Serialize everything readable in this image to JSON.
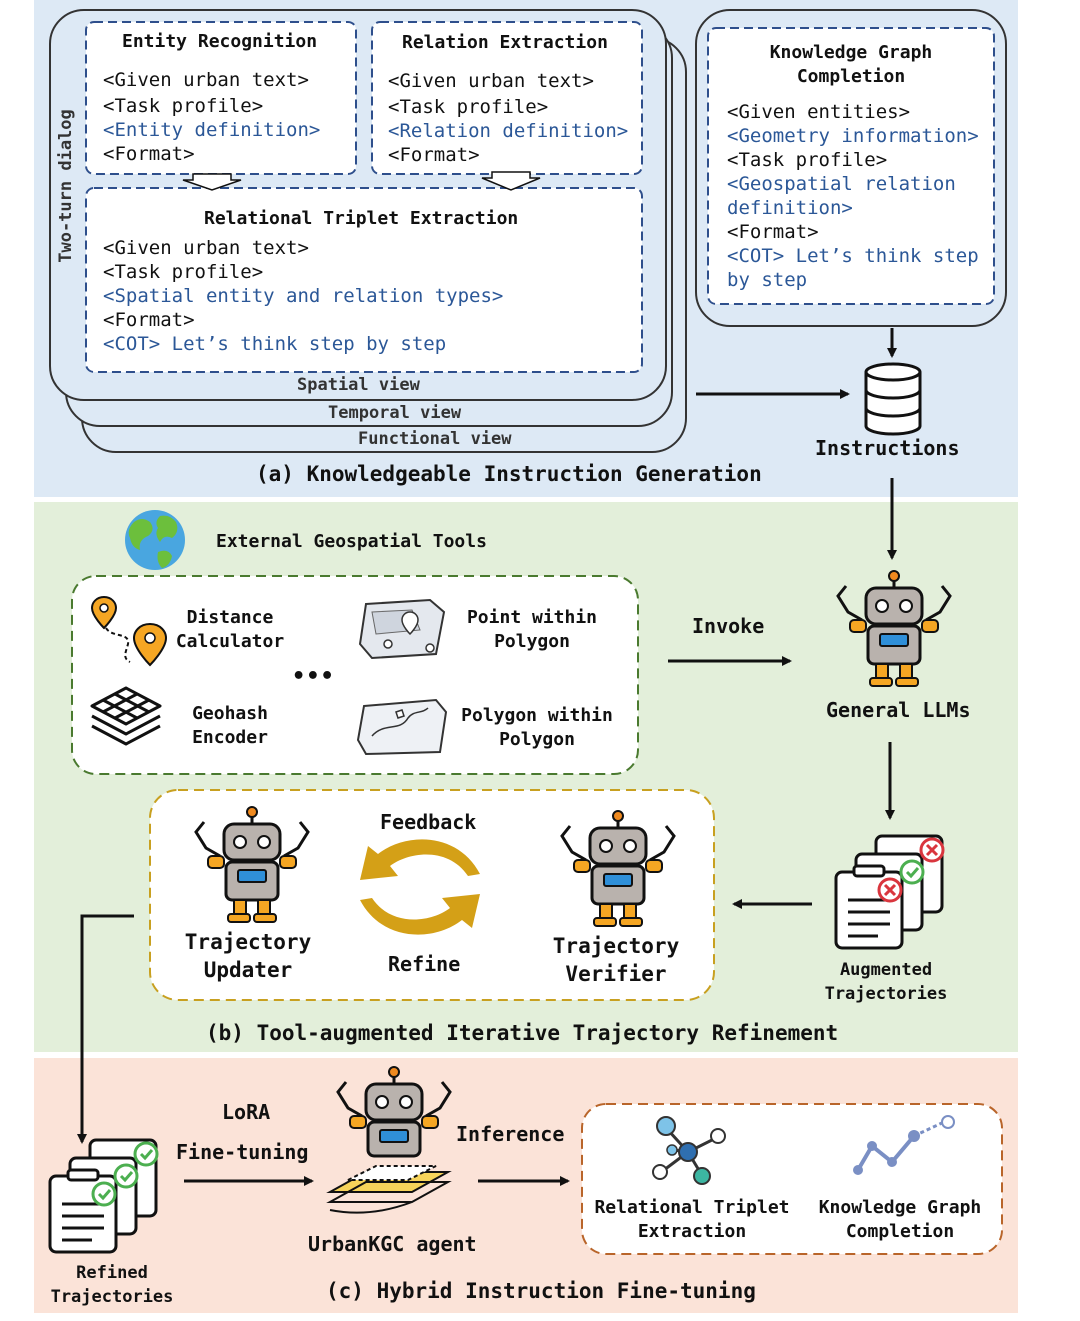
{
  "colors": {
    "panel_a": "#dde9f5",
    "panel_b": "#e3efda",
    "panel_c": "#fbe3d8",
    "blue_text": "#2b5797",
    "dash_blue": "#2e4f8c",
    "dash_green": "#4a7a2f",
    "dash_yellow": "#c8a020",
    "dash_orange": "#b9652a",
    "arrow_gold": "#d4a017"
  },
  "section_a": {
    "title": "(a) Knowledgeable Instruction Generation",
    "side_label": "Two-turn dialog",
    "entity": {
      "title": "Entity Recognition",
      "lines": [
        "<Given urban text>",
        "<Task profile>",
        "<Entity definition>",
        "<Format>"
      ]
    },
    "relation": {
      "title": "Relation Extraction",
      "lines": [
        "<Given urban text>",
        "<Task profile>",
        "<Relation definition>",
        "<Format>"
      ]
    },
    "triplet": {
      "title": "Relational Triplet Extraction",
      "lines": [
        "<Given urban text>",
        "<Task profile>",
        "<Spatial entity and relation types>",
        "<Format>",
        "<COT> Let’s think step by step"
      ]
    },
    "views": [
      "Spatial view",
      "Temporal view",
      "Functional view"
    ],
    "kgc": {
      "title_1": "Knowledge Graph",
      "title_2": "Completion",
      "lines": [
        "<Given entities>",
        "<Geometry information>",
        "<Task profile>",
        "<Geospatial relation",
        "definition>",
        "<Format>",
        "<COT> Let’s think step",
        "by step"
      ]
    },
    "instructions": "Instructions"
  },
  "section_b": {
    "title": "(b) Tool-augmented Iterative Trajectory Refinement",
    "tools_label": "External Geospatial Tools",
    "tools": {
      "distance_1": "Distance",
      "distance_2": "Calculator",
      "point_1": "Point within",
      "point_2": "Polygon",
      "geohash_1": "Geohash",
      "geohash_2": "Encoder",
      "polygon_1": "Polygon within",
      "polygon_2": "Polygon",
      "ellipsis": "•••"
    },
    "invoke": "Invoke",
    "general_llms": "General LLMs",
    "feedback": "Feedback",
    "refine": "Refine",
    "updater_1": "Trajectory",
    "updater_2": "Updater",
    "verifier_1": "Trajectory",
    "verifier_2": "Verifier",
    "augmented_1": "Augmented",
    "augmented_2": "Trajectories"
  },
  "section_c": {
    "title": "(c) Hybrid Instruction Fine-tuning",
    "lora": "LoRA",
    "finetuning": "Fine-tuning",
    "inference": "Inference",
    "agent": "UrbanKGC agent",
    "refined_1": "Refined",
    "refined_2": "Trajectories",
    "rte_1": "Relational Triplet",
    "rte_2": "Extraction",
    "kgc_1": "Knowledge Graph",
    "kgc_2": "Completion"
  }
}
